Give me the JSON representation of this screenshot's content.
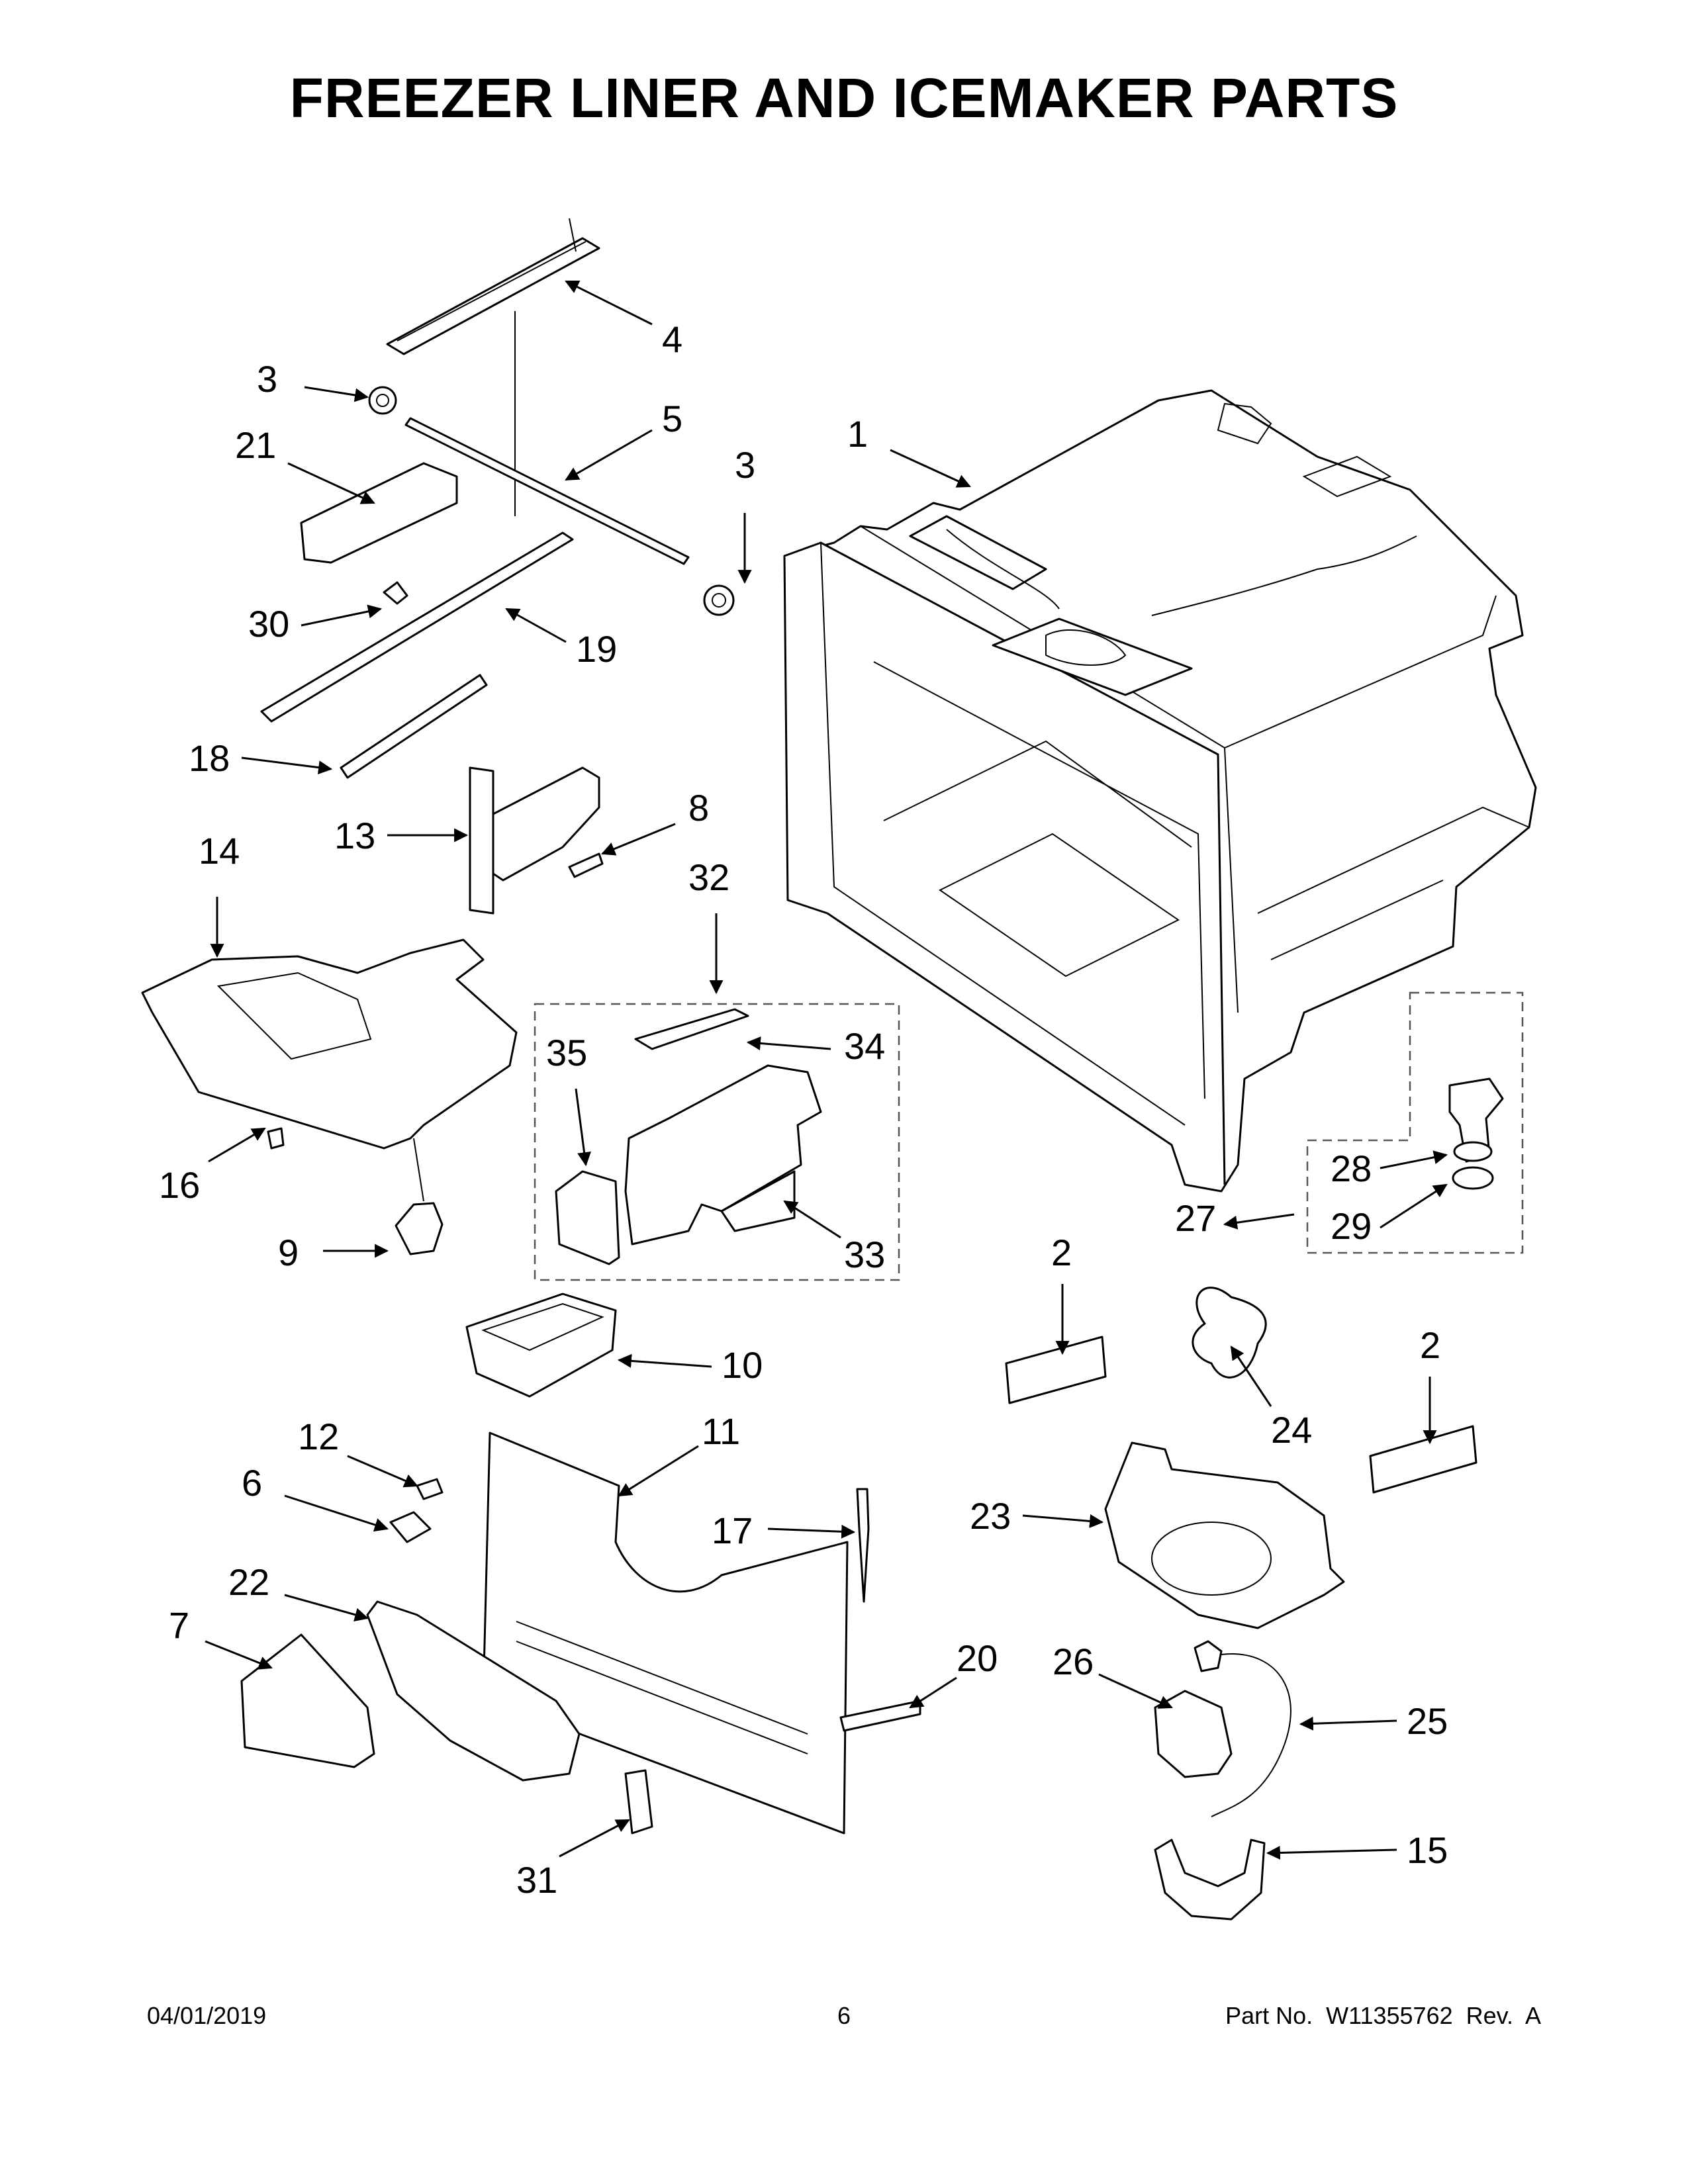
{
  "title": "FREEZER LINER AND ICEMAKER PARTS",
  "footer": {
    "date": "04/01/2019",
    "page": "6",
    "part_no": "Part No.  W11355762  Rev.  A"
  },
  "callouts": [
    {
      "id": "c1",
      "label": "1"
    },
    {
      "id": "c2a",
      "label": "2"
    },
    {
      "id": "c2b",
      "label": "2"
    },
    {
      "id": "c3a",
      "label": "3"
    },
    {
      "id": "c3b",
      "label": "3"
    },
    {
      "id": "c4",
      "label": "4"
    },
    {
      "id": "c5",
      "label": "5"
    },
    {
      "id": "c6",
      "label": "6"
    },
    {
      "id": "c7",
      "label": "7"
    },
    {
      "id": "c8",
      "label": "8"
    },
    {
      "id": "c9",
      "label": "9"
    },
    {
      "id": "c10",
      "label": "10"
    },
    {
      "id": "c11",
      "label": "11"
    },
    {
      "id": "c12",
      "label": "12"
    },
    {
      "id": "c13",
      "label": "13"
    },
    {
      "id": "c14",
      "label": "14"
    },
    {
      "id": "c15",
      "label": "15"
    },
    {
      "id": "c16",
      "label": "16"
    },
    {
      "id": "c17",
      "label": "17"
    },
    {
      "id": "c18",
      "label": "18"
    },
    {
      "id": "c19",
      "label": "19"
    },
    {
      "id": "c20",
      "label": "20"
    },
    {
      "id": "c21",
      "label": "21"
    },
    {
      "id": "c22",
      "label": "22"
    },
    {
      "id": "c23",
      "label": "23"
    },
    {
      "id": "c24",
      "label": "24"
    },
    {
      "id": "c25",
      "label": "25"
    },
    {
      "id": "c26",
      "label": "26"
    },
    {
      "id": "c27",
      "label": "27"
    },
    {
      "id": "c28",
      "label": "28"
    },
    {
      "id": "c29",
      "label": "29"
    },
    {
      "id": "c30",
      "label": "30"
    },
    {
      "id": "c31",
      "label": "31"
    },
    {
      "id": "c32",
      "label": "32"
    },
    {
      "id": "c33",
      "label": "33"
    },
    {
      "id": "c34",
      "label": "34"
    },
    {
      "id": "c35",
      "label": "35"
    }
  ]
}
